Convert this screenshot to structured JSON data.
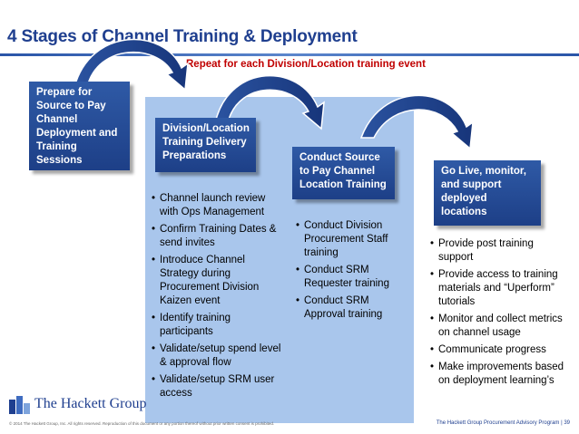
{
  "title": "4 Stages of Channel Training & Deployment",
  "subtitle": "Repeat for each Division/Location training event",
  "stages": [
    {
      "label_lines": [
        "Prepare for",
        "Source to Pay",
        "Channel",
        "Deployment  and",
        "Training",
        "Sessions"
      ],
      "bullets": []
    },
    {
      "label_lines": [
        "Division/Location",
        "Training  Delivery",
        "Preparations"
      ],
      "bullets": [
        "Channel launch review with Ops Management",
        "Confirm Training Dates & send invites",
        "Introduce Channel Strategy during Procurement Division Kaizen event",
        "Identify training participants",
        "Validate/setup spend level & approval flow",
        "Validate/setup SRM user access"
      ]
    },
    {
      "label_lines": [
        "Conduct Source",
        "to Pay Channel",
        "Location Training"
      ],
      "bullets": [
        "Conduct Division Procurement Staff training",
        "Conduct SRM Requester training",
        "Conduct SRM Approval training"
      ]
    },
    {
      "label_lines": [
        "Go Live, monitor,",
        "and support",
        "deployed",
        "locations"
      ],
      "bullets": [
        "Provide post training support",
        "Provide access to training materials and “Uperform” tutorials",
        "Monitor and collect metrics on channel usage",
        "Communicate progress",
        "Make improvements based on deployment learning’s"
      ]
    }
  ],
  "footer": {
    "logo_text": "The Hackett Group",
    "copyright": "© 2014 The Hackett Group, Inc. All rights reserved. Reproduction of this document or any portion thereof without prior written consent is prohibited.",
    "right_text": "The Hackett Group Procurement Advisory Program | 39"
  },
  "colors": {
    "title": "#1f3f8f",
    "subtitle": "#c00000",
    "stage_box": "#1f4189",
    "panel": "#a9c6ec",
    "arrow": "#1f3f8f"
  }
}
